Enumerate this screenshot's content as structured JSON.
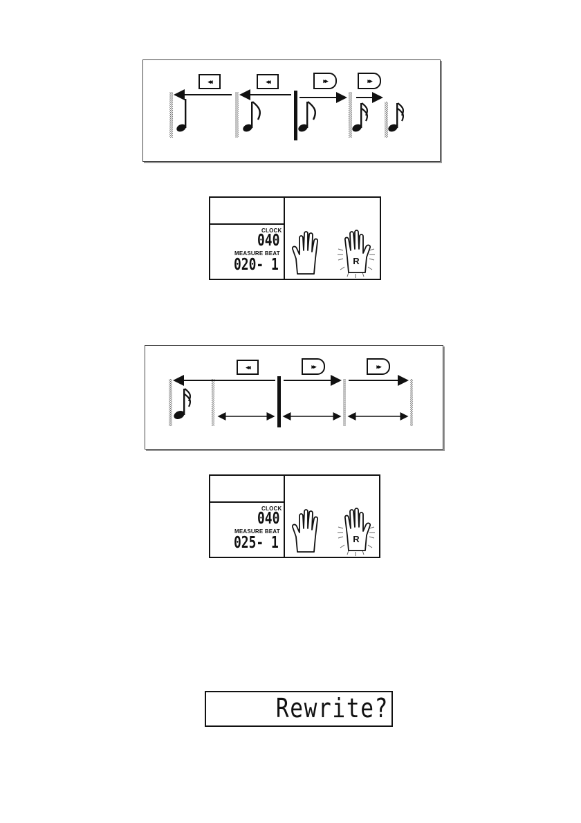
{
  "diagram1": {
    "buttons": [
      {
        "symbol": "◂◂",
        "shape": "square"
      },
      {
        "symbol": "◂◂",
        "shape": "square"
      },
      {
        "symbol": "▸▸",
        "shape": "rounded"
      },
      {
        "symbol": "▸▸",
        "shape": "rounded"
      }
    ]
  },
  "lcd1": {
    "clock_label": "CLOCK",
    "clock_value": "040",
    "measure_beat_label": "MEASURE BEAT",
    "measure_beat_value": "020- 1",
    "right_hand_letter": "R"
  },
  "diagram2": {
    "buttons": [
      {
        "symbol": "◂◂",
        "shape": "square"
      },
      {
        "symbol": "▸▸",
        "shape": "rounded"
      },
      {
        "symbol": "▸▸",
        "shape": "rounded"
      }
    ]
  },
  "lcd2": {
    "clock_label": "CLOCK",
    "clock_value": "040",
    "measure_beat_label": "MEASURE BEAT",
    "measure_beat_value": "025- 1",
    "right_hand_letter": "R"
  },
  "display": {
    "message": "Rewrite?"
  }
}
